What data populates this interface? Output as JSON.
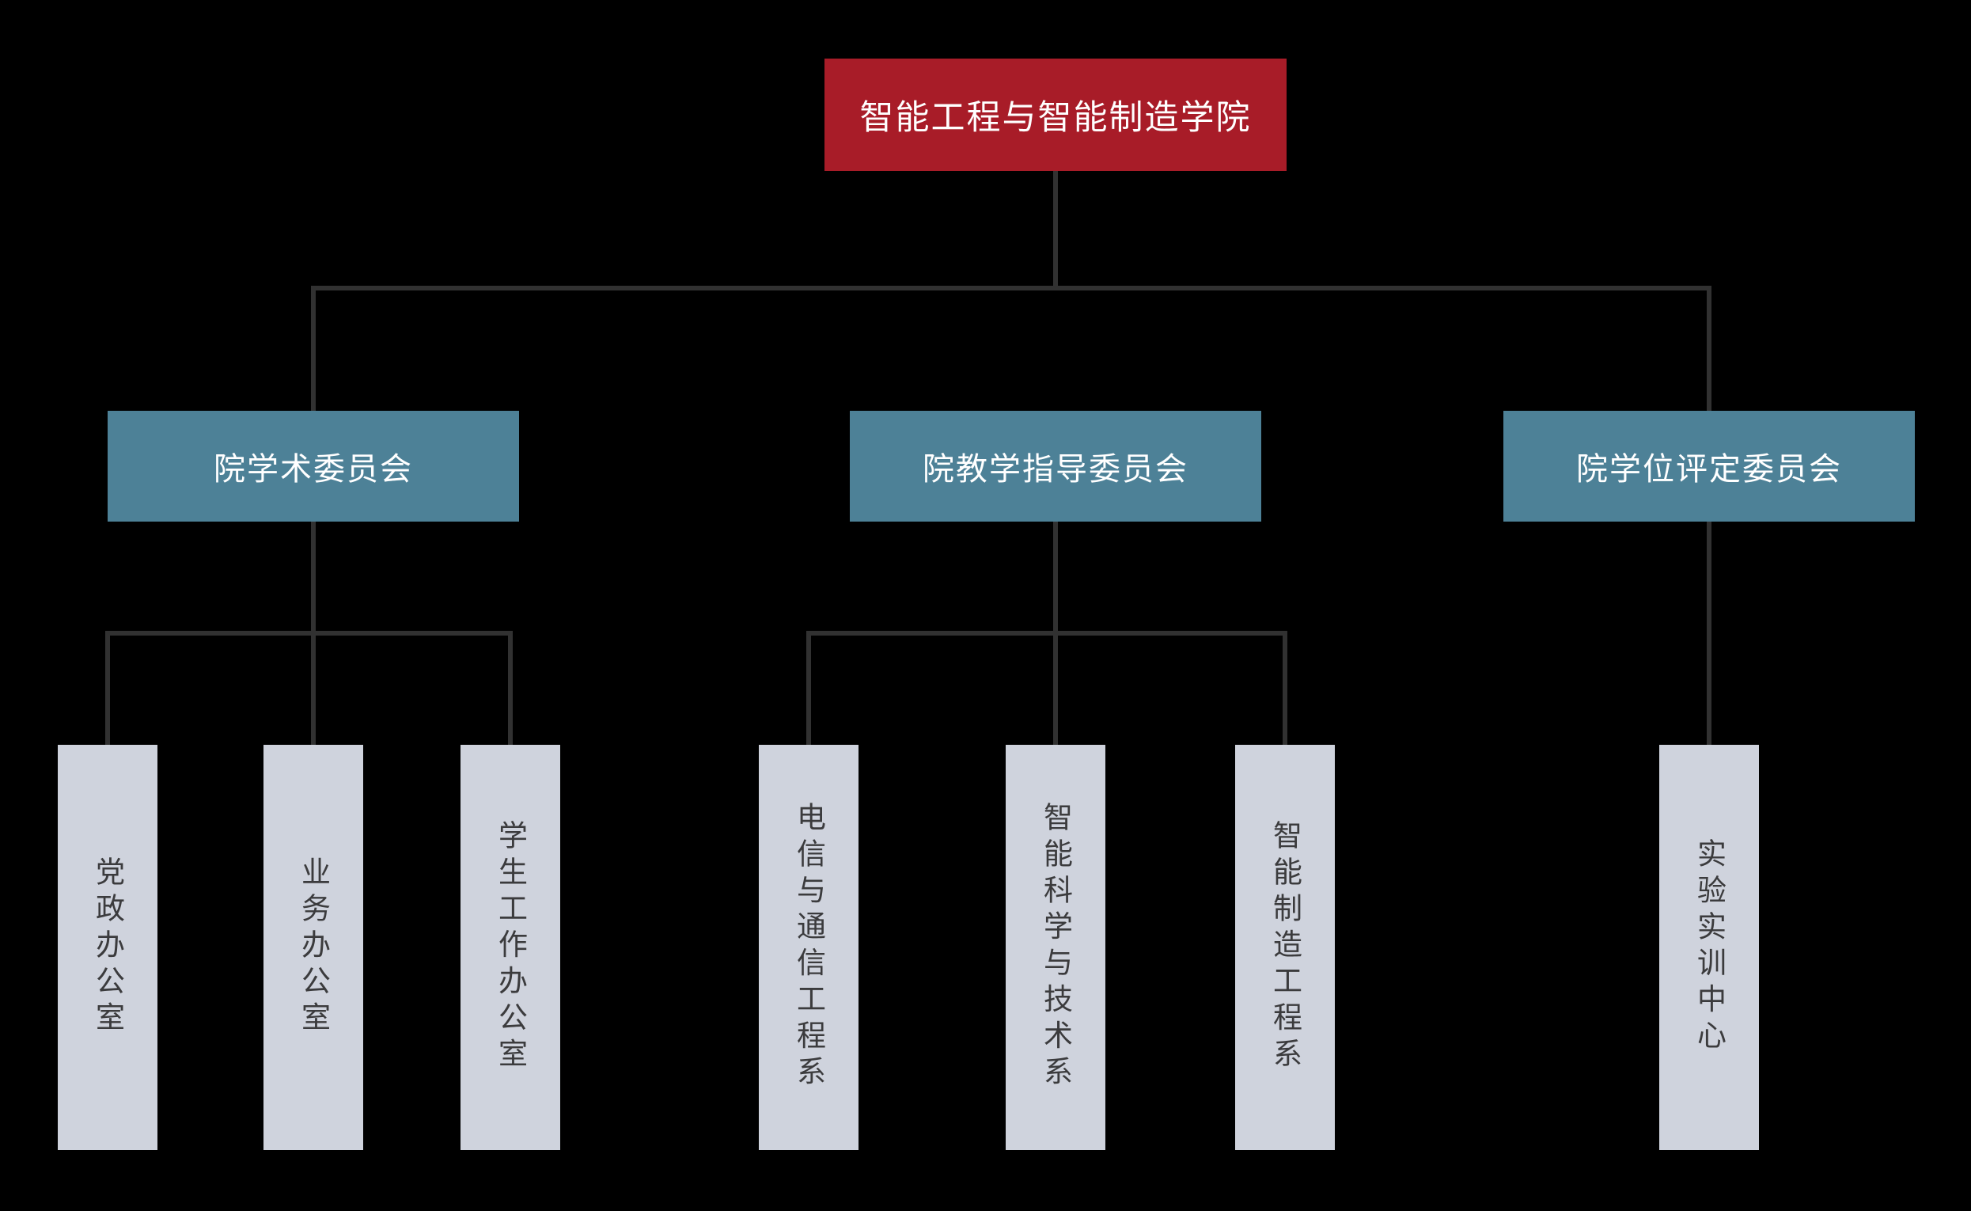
{
  "palette": {
    "background": "#000000",
    "root_fill": "#A81C28",
    "committee_fill": "#4D8197",
    "dept_fill": "#CFD3DD",
    "line_color": "#313131",
    "root_text": "#FFFFFF",
    "committee_text": "#FFFFFF",
    "dept_text": "#3B3B3D"
  },
  "chart_data": {
    "type": "org-chart",
    "title": "智能工程与智能制造学院",
    "root": {
      "label": "智能工程与智能制造学院"
    },
    "committees": [
      {
        "label": "院学术委员会",
        "children": [
          "党政办公室",
          "业务办公室",
          "学生工作办公室"
        ]
      },
      {
        "label": "院教学指导委员会",
        "children": [
          "电信与通信工程系",
          "智能科学与技术系",
          "智能制造工程系"
        ]
      },
      {
        "label": "院学位评定委员会",
        "children": [
          "实验实训中心"
        ]
      }
    ]
  }
}
